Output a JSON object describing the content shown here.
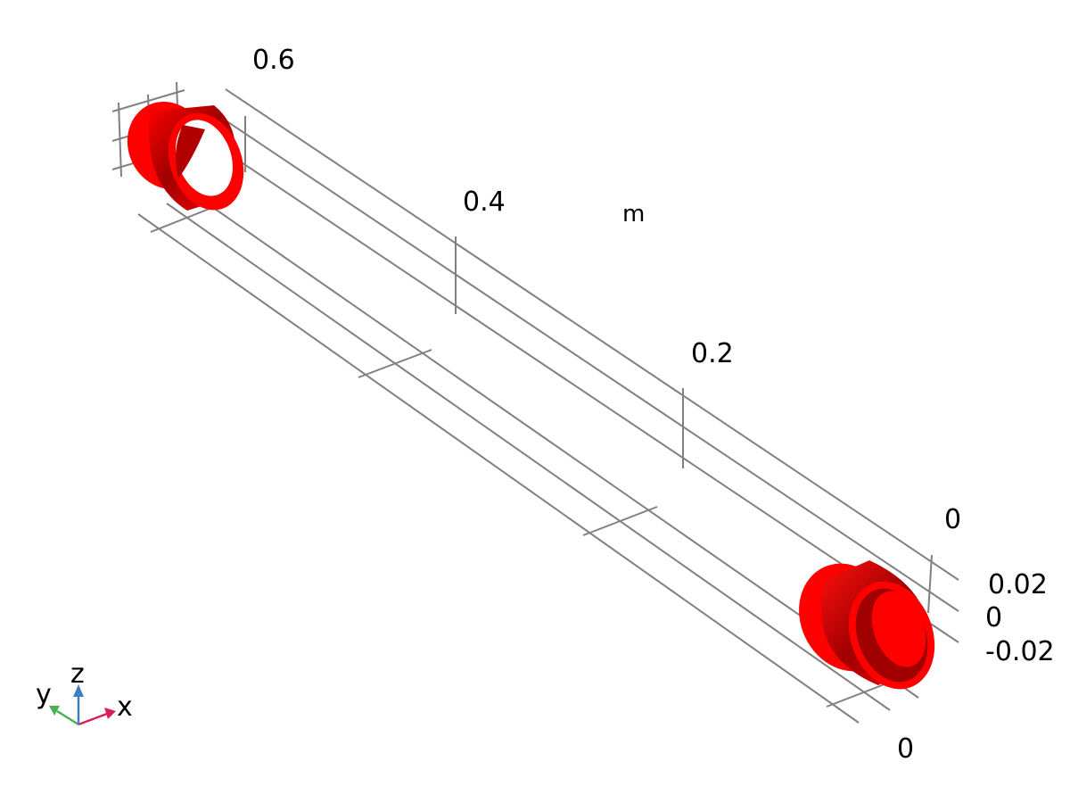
{
  "scene": {
    "unit": "m",
    "x_axis_ticks": [
      "0.6",
      "0.4",
      "0.2",
      "0"
    ],
    "z_axis_ticks": [
      "0.02",
      "0",
      "-0.02"
    ],
    "y_axis_ticks": [
      "0"
    ],
    "object_color": "#ff0000",
    "object_shadow_color": "#a00000",
    "grid_color": "#808080"
  },
  "triad": {
    "x_label": "x",
    "y_label": "y",
    "z_label": "z",
    "x_color": "#d6205e",
    "y_color": "#4caf50",
    "z_color": "#3f7fbf"
  }
}
